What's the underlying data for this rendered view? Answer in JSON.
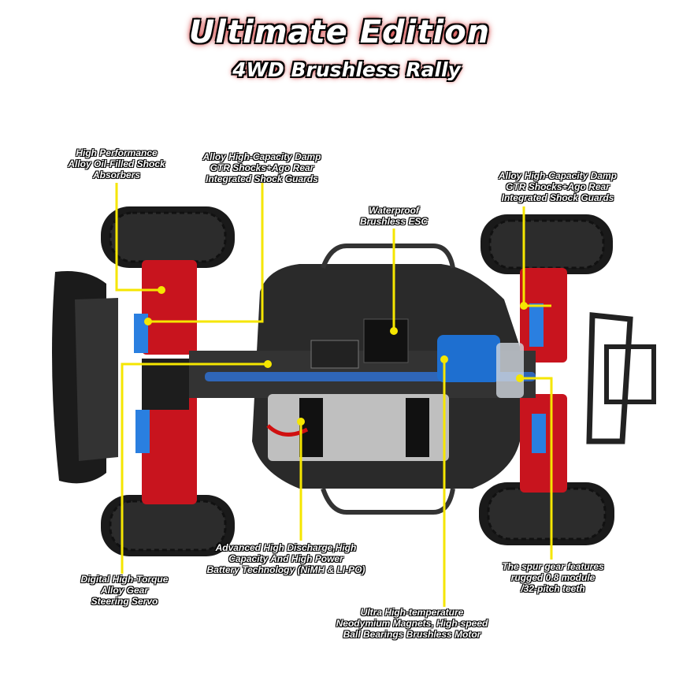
{
  "title": "Ultimate Edition",
  "subtitle": "4WD Brushless Rally",
  "labels": {
    "shock_absorbers": [
      "High Performance",
      "Alloy Oil-Filled Shock",
      "Absorbers"
    ],
    "damp_left": [
      "Alloy High-Capacity Damp",
      "GTR Shocks+Ago Rear",
      "Integrated Shock Guards"
    ],
    "esc": [
      "Waterproof",
      "Brushless ESC"
    ],
    "damp_right": [
      "Alloy High-Capacity Damp",
      "GTR Shocks+Ago Rear",
      "Integrated Shock Guards"
    ],
    "battery": [
      "Advanced High Discharge,High",
      "Capacity And High Power",
      "Battery Technology (NiMH & LI-PO)"
    ],
    "servo": [
      "Digital High-Torque",
      "Alloy Gear",
      "Steering Servo"
    ],
    "spur_gear": [
      "The spur gear features",
      "rugged 0.8 module",
      "/32-pitch teeth"
    ],
    "motor": [
      "Ultra High-temperature",
      "Neodymium Magnets, High-speed",
      "Ball Bearings Brushless Motor"
    ]
  },
  "colors": {
    "callout": "#f5e600",
    "chassis": "#2a2a2a",
    "suspension": "#c8141e",
    "motor": "#1e6fd0",
    "title_glow": "#c00000"
  }
}
